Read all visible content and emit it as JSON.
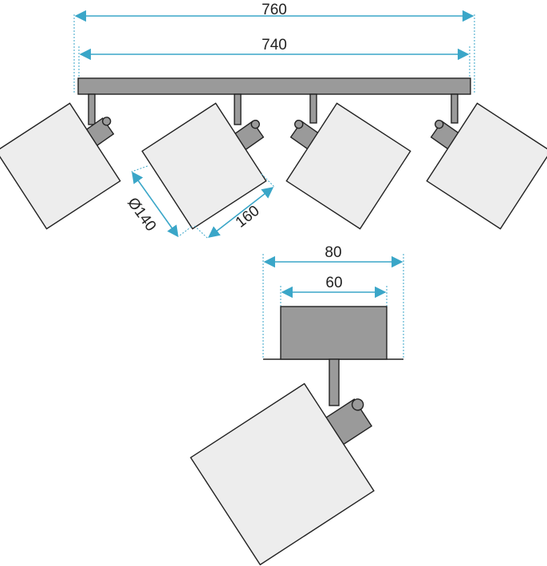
{
  "dimensions": {
    "overall_length": "760",
    "bar_length": "740",
    "shade_diameter": "Ø140",
    "shade_length": "160",
    "base_width": "80",
    "base_inner_width": "60"
  },
  "colors": {
    "dimension_line": "#3aa6c8",
    "bar_fill": "#9a9a9a",
    "shade_fill": "#ededed",
    "outline": "#222222"
  }
}
